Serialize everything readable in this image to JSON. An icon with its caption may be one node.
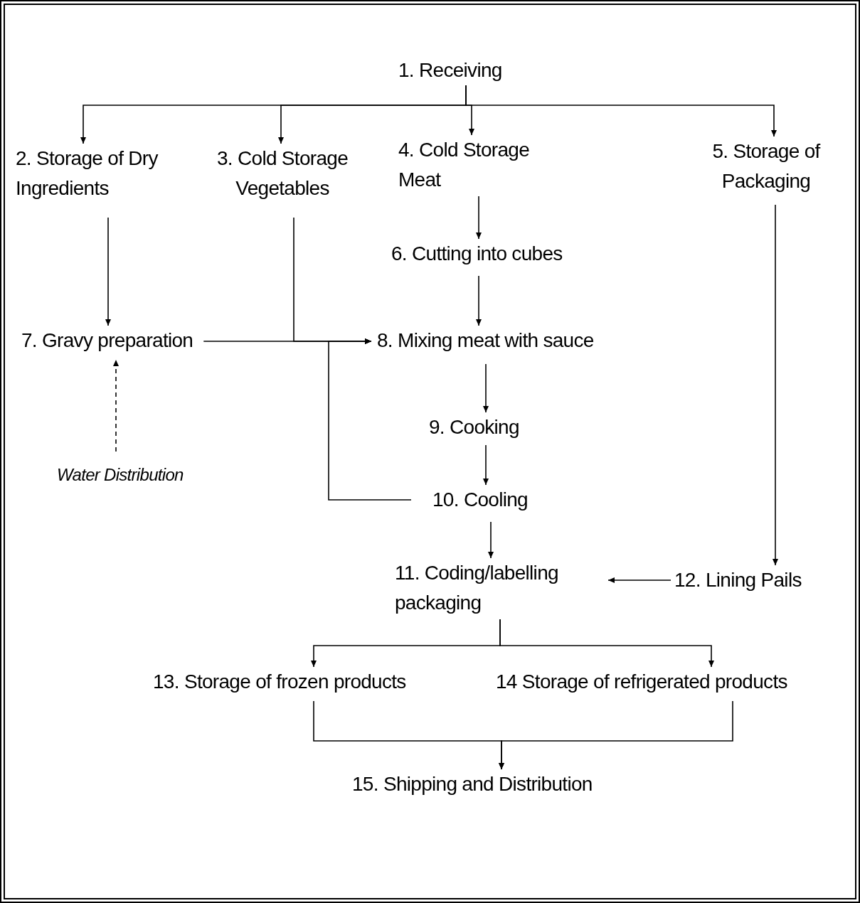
{
  "diagram": {
    "nodes": [
      {
        "text": [
          "1. Receiving"
        ]
      },
      {
        "text": [
          "2. Storage of Dry Ingredients"
        ]
      },
      {
        "text": [
          "3. Cold Storage Vegetables"
        ]
      },
      {
        "text": [
          "4. Cold Storage Meat"
        ]
      },
      {
        "text": [
          "5. Storage of Packaging"
        ]
      },
      {
        "text": [
          "6. Cutting into cubes"
        ]
      },
      {
        "text": [
          "7. Gravy preparation"
        ]
      },
      {
        "text": [
          "8. Mixing meat with sauce"
        ]
      },
      {
        "text": [
          "9. Cooking"
        ]
      },
      {
        "text": [
          "10. Cooling"
        ]
      },
      {
        "text": [
          "11. Coding/labelling packaging"
        ]
      },
      {
        "text": [
          "12. Lining Pails"
        ]
      },
      {
        "text": [
          "13. Storage of frozen products"
        ]
      },
      {
        "text": [
          "14 Storage of refrigerated products"
        ]
      },
      {
        "text": [
          "15. Shipping and Distribution"
        ]
      },
      {
        "text": [
          "Water Distribution"
        ]
      }
    ],
    "edges": [
      {
        "from": 0,
        "to": 1,
        "arrow": "to"
      },
      {
        "from": 0,
        "to": 2,
        "arrow": "to"
      },
      {
        "from": 0,
        "to": 3,
        "arrow": "to"
      },
      {
        "from": 0,
        "to": 4,
        "arrow": "to"
      },
      {
        "from": 3,
        "to": 5,
        "arrow": "to"
      },
      {
        "from": 1,
        "to": 6,
        "arrow": "to"
      },
      {
        "from": 2,
        "to": 7,
        "arrow": "to"
      },
      {
        "from": 6,
        "to": 7,
        "arrow": "to"
      },
      {
        "from": 5,
        "to": 7,
        "arrow": "to"
      },
      {
        "from": 7,
        "to": 8,
        "arrow": "to"
      },
      {
        "from": 8,
        "to": 9,
        "arrow": "to"
      },
      {
        "from": 9,
        "to": 7,
        "arrow": "to"
      },
      {
        "from": 4,
        "to": 11,
        "arrow": "to"
      },
      {
        "from": 11,
        "to": 10,
        "arrow": "to"
      },
      {
        "from": 9,
        "to": 10,
        "arrow": "to"
      },
      {
        "from": 10,
        "to": 12,
        "arrow": "to"
      },
      {
        "from": 10,
        "to": 13,
        "arrow": "to"
      },
      {
        "from": 12,
        "to": 14,
        "arrow": "to"
      },
      {
        "from": 13,
        "to": 14,
        "arrow": "to"
      },
      {
        "from": 15,
        "to": 6,
        "arrow": "to",
        "style": "dashed"
      }
    ]
  }
}
